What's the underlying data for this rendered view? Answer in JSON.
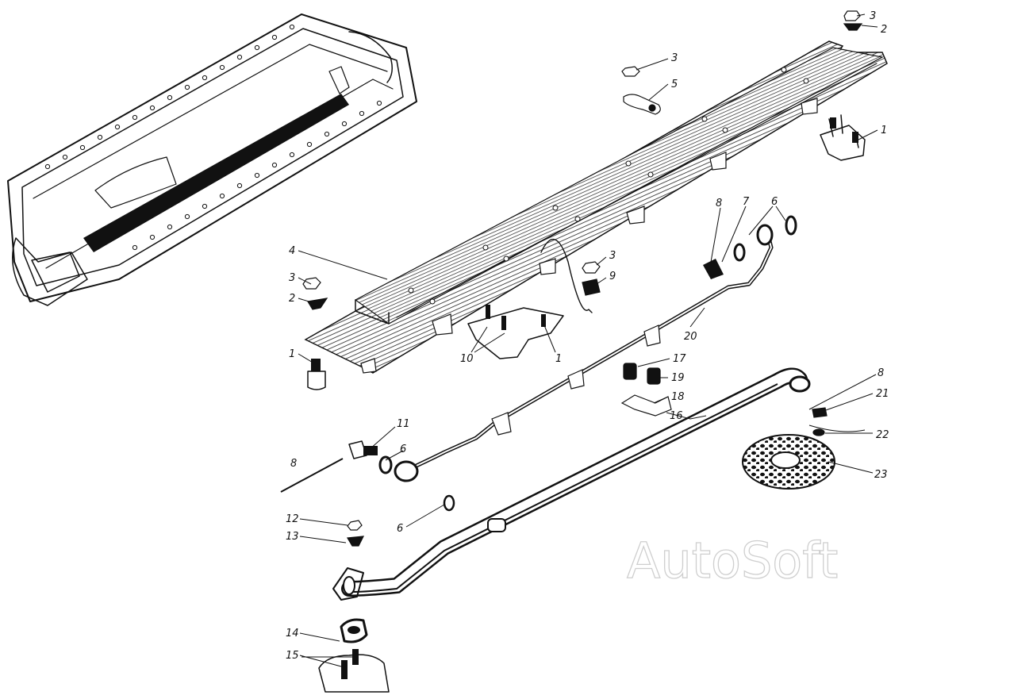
{
  "watermark": "AutoSoft",
  "callouts": {
    "c1_a": "1",
    "c1_b": "1",
    "c1_c": "1",
    "c2_a": "2",
    "c2_b": "2",
    "c3_a": "3",
    "c3_b": "3",
    "c3_c": "3",
    "c3_d": "3",
    "c4": "4",
    "c5": "5",
    "c6_a": "6",
    "c6_b": "6",
    "c6_c": "6",
    "c7": "7",
    "c8_a": "8",
    "c8_b": "8",
    "c8_c": "8",
    "c9": "9",
    "c10": "10",
    "c11": "11",
    "c12": "12",
    "c13": "13",
    "c14": "14",
    "c15": "15",
    "c16": "16",
    "c17": "17",
    "c18": "18",
    "c19": "19",
    "c20": "20",
    "c21": "21",
    "c22": "22",
    "c23": "23"
  }
}
